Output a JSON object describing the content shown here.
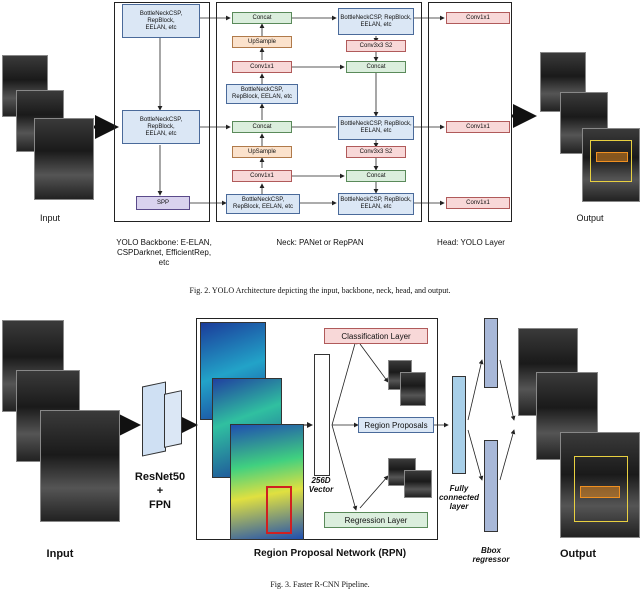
{
  "fig2": {
    "input_label": "Input",
    "output_label": "Output",
    "backbone_blocks": [
      "BottleNeckCSP,\nRepBlock,\nEELAN, etc",
      "BottleNeckCSP,\nRepBlock,\nEELAN, etc",
      "SPP"
    ],
    "neck_col1": [
      "Concat",
      "UpSample",
      "Conv1x1",
      "BottleNeckCSP, RepBlock, EELAN, etc",
      "Concat",
      "UpSample",
      "Conv1x1",
      "BottleNeckCSP, RepBlock, EELAN, etc"
    ],
    "neck_col2": [
      "BottleNeckCSP, RepBlock, EELAN, etc",
      "Conv3x3 S2",
      "Concat",
      "BottleNeckCSP, RepBlock, EELAN, etc",
      "Conv3x3 S2",
      "Concat",
      "BottleNeckCSP, RepBlock, EELAN, etc"
    ],
    "head_blocks": [
      "Conv1x1",
      "Conv1x1",
      "Conv1x1"
    ],
    "backbone_caption": "YOLO Backbone: E-ELAN,\nCSPDarknet, EfficientRep,\netc",
    "neck_caption": "Neck: PANet or RepPAN",
    "head_caption": "Head: YOLO Layer",
    "figure_caption": "Fig. 2.  YOLO Architecture depicting the input, backbone, neck, head, and output."
  },
  "fig3": {
    "input_label": "Input",
    "output_label": "Output",
    "backbone_label": "ResNet50\n+\nFPN",
    "classification_layer": "Classification Layer",
    "region_proposals": "Region Proposals",
    "regression_layer": "Regression Layer",
    "vector_label": "256D\nVector",
    "fc_label": "Fully\nconnected\nlayer",
    "bbox_label": "Bbox\nregressor",
    "rpn_label": "Region Proposal Network (RPN)",
    "figure_caption": "Fig. 3.  Faster R-CNN Pipeline."
  },
  "colors": {
    "blue_block": "#dbe7f5",
    "green_block": "#dbeedd",
    "pink_block": "#f8d8d8",
    "peach_block": "#fbe2cc",
    "purple_block": "#d9d2ee"
  }
}
